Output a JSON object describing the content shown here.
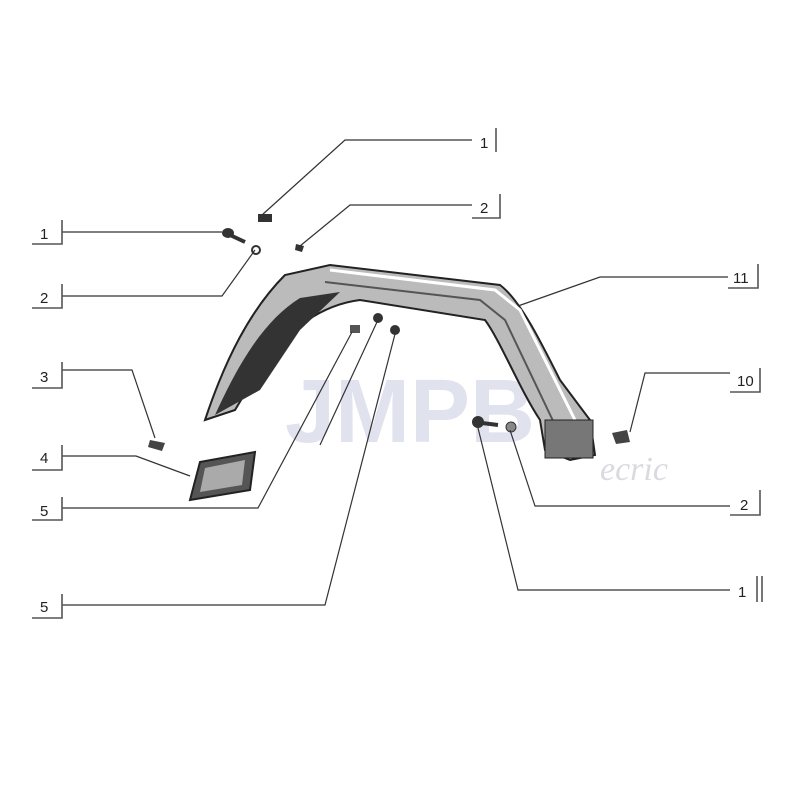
{
  "watermark": {
    "text": "JMPB",
    "sub": "ecric"
  },
  "callouts": [
    {
      "id": "c1",
      "label": "1"
    },
    {
      "id": "c2",
      "label": "2"
    },
    {
      "id": "c3",
      "label": "3"
    },
    {
      "id": "c4",
      "label": "4"
    },
    {
      "id": "c5",
      "label": "5"
    },
    {
      "id": "c6",
      "label": "5"
    },
    {
      "id": "c7",
      "label": "1"
    },
    {
      "id": "c8",
      "label": "2"
    },
    {
      "id": "c9",
      "label": "11"
    },
    {
      "id": "c10",
      "label": "10"
    },
    {
      "id": "c11",
      "label": "2"
    },
    {
      "id": "c12",
      "label": "1"
    }
  ]
}
